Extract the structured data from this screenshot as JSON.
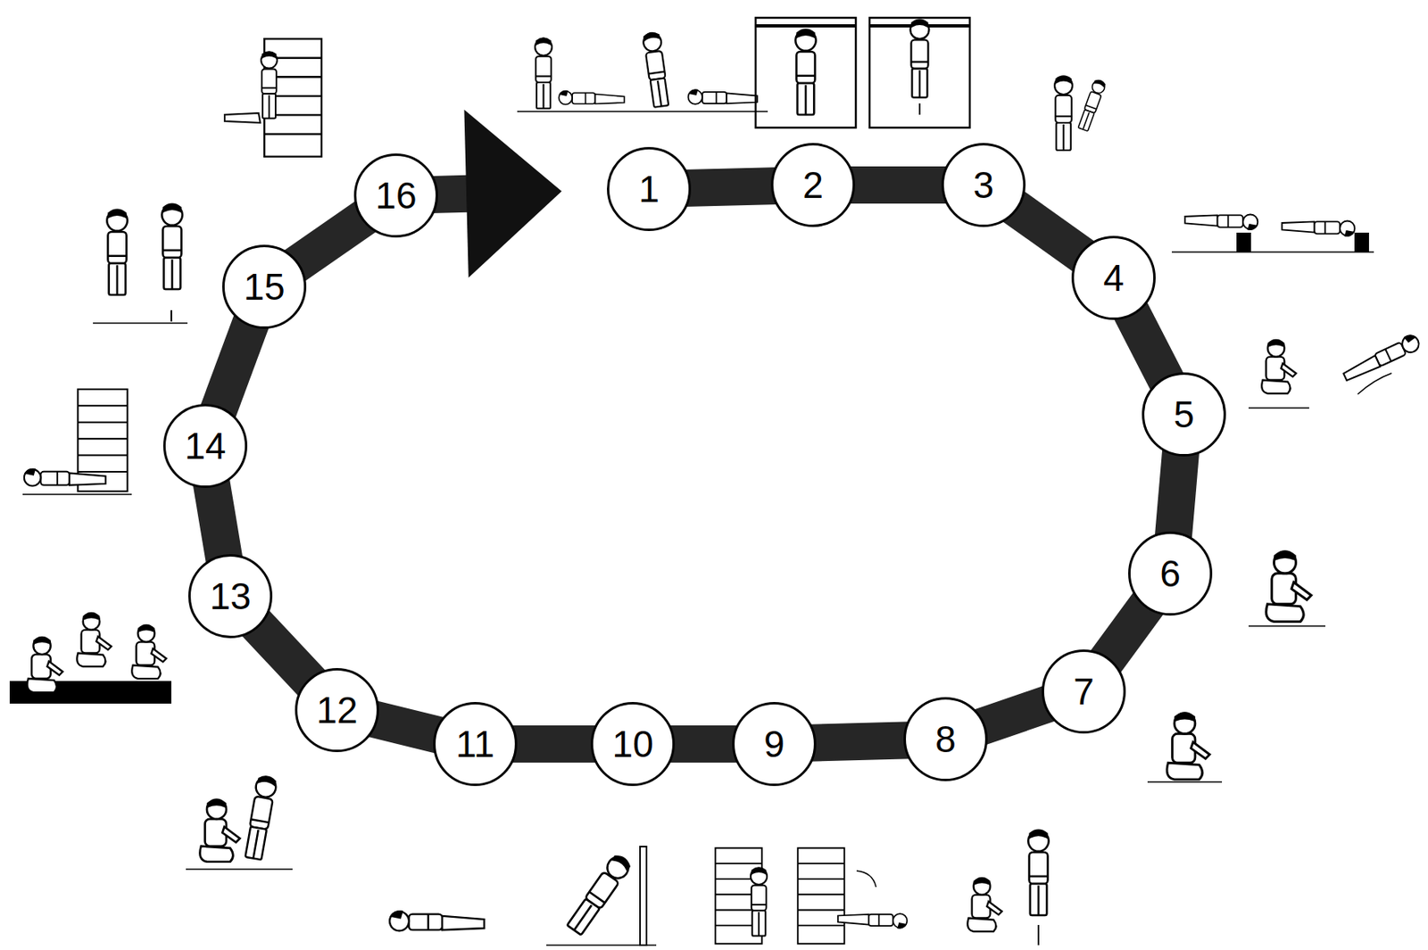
{
  "diagram": {
    "nodes": [
      {
        "text": [
          "1"
        ]
      },
      {
        "text": [
          "2"
        ]
      },
      {
        "text": [
          "3"
        ]
      },
      {
        "text": [
          "4"
        ]
      },
      {
        "text": [
          "5"
        ]
      },
      {
        "text": [
          "6"
        ]
      },
      {
        "text": [
          "7"
        ]
      },
      {
        "text": [
          "8"
        ]
      },
      {
        "text": [
          "9"
        ]
      },
      {
        "text": [
          "10"
        ]
      },
      {
        "text": [
          "11"
        ]
      },
      {
        "text": [
          "12"
        ]
      },
      {
        "text": [
          "13"
        ]
      },
      {
        "text": [
          "14"
        ]
      },
      {
        "text": [
          "15"
        ]
      },
      {
        "text": [
          "16"
        ]
      }
    ],
    "edges": [
      {
        "from": 0,
        "to": 1,
        "arrow": "none"
      },
      {
        "from": 1,
        "to": 2,
        "arrow": "none"
      },
      {
        "from": 2,
        "to": 3,
        "arrow": "none"
      },
      {
        "from": 3,
        "to": 4,
        "arrow": "none"
      },
      {
        "from": 4,
        "to": 5,
        "arrow": "none"
      },
      {
        "from": 5,
        "to": 6,
        "arrow": "none"
      },
      {
        "from": 6,
        "to": 7,
        "arrow": "none"
      },
      {
        "from": 7,
        "to": 8,
        "arrow": "none"
      },
      {
        "from": 8,
        "to": 9,
        "arrow": "none"
      },
      {
        "from": 9,
        "to": 10,
        "arrow": "none"
      },
      {
        "from": 10,
        "to": 11,
        "arrow": "none"
      },
      {
        "from": 11,
        "to": 12,
        "arrow": "none"
      },
      {
        "from": 12,
        "to": 13,
        "arrow": "none"
      },
      {
        "from": 13,
        "to": 14,
        "arrow": "none"
      },
      {
        "from": 14,
        "to": 15,
        "arrow": "none"
      },
      {
        "from": 15,
        "to": 0,
        "arrow": "to"
      }
    ]
  }
}
